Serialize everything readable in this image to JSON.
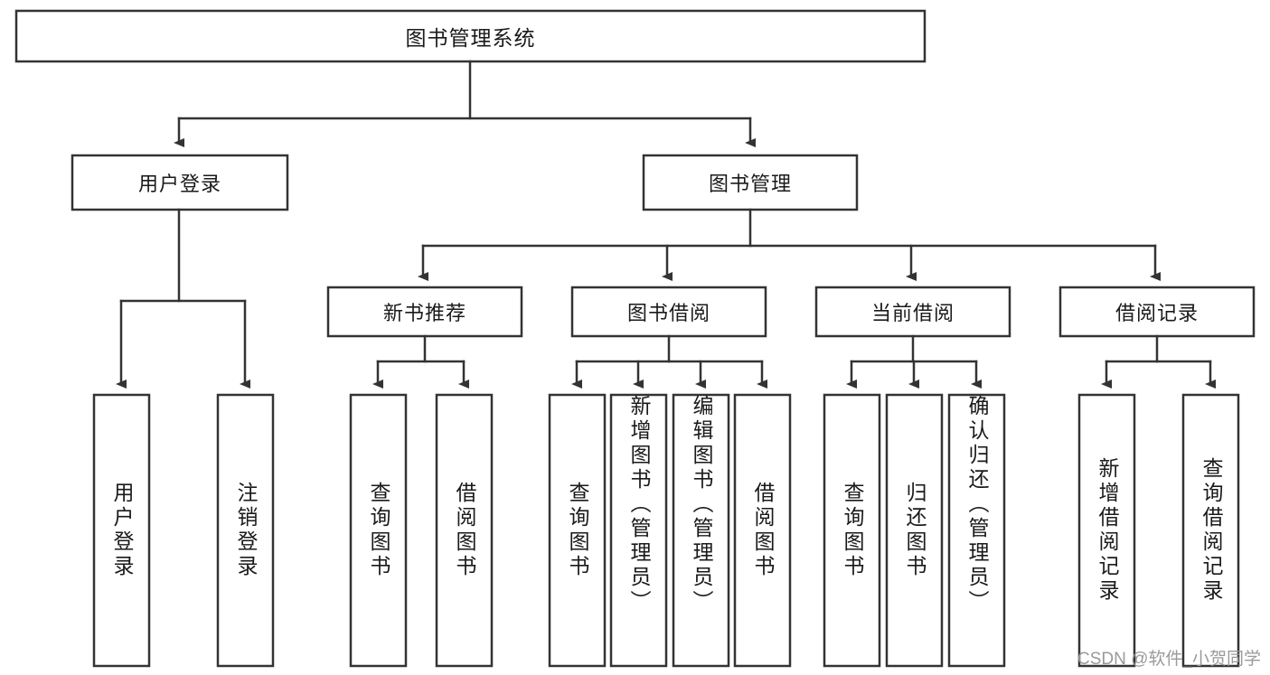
{
  "diagram": {
    "type": "tree-hierarchy",
    "title": "图书管理系统",
    "root": {
      "id": "root",
      "label": "图书管理系统"
    },
    "level2": [
      {
        "id": "user-login",
        "label": "用户登录"
      },
      {
        "id": "book-management",
        "label": "图书管理"
      }
    ],
    "level3": [
      {
        "id": "new-book-recommend",
        "label": "新书推荐",
        "parent": "book-management"
      },
      {
        "id": "book-borrow",
        "label": "图书借阅",
        "parent": "book-management"
      },
      {
        "id": "current-borrow",
        "label": "当前借阅",
        "parent": "book-management"
      },
      {
        "id": "borrow-record",
        "label": "借阅记录",
        "parent": "book-management"
      }
    ],
    "leaves": [
      {
        "id": "leaf-user-login",
        "label": "用户登录",
        "parent": "user-login"
      },
      {
        "id": "leaf-logout",
        "label": "注销登录",
        "parent": "user-login"
      },
      {
        "id": "leaf-query-book-1",
        "label": "查询图书",
        "parent": "new-book-recommend"
      },
      {
        "id": "leaf-borrow-book-1",
        "label": "借阅图书",
        "parent": "new-book-recommend"
      },
      {
        "id": "leaf-query-book-2",
        "label": "查询图书",
        "parent": "book-borrow"
      },
      {
        "id": "leaf-add-book",
        "label": "新增图书（管理员）",
        "parent": "book-borrow"
      },
      {
        "id": "leaf-edit-book",
        "label": "编辑图书（管理员）",
        "parent": "book-borrow"
      },
      {
        "id": "leaf-borrow-book-2",
        "label": "借阅图书",
        "parent": "book-borrow"
      },
      {
        "id": "leaf-query-book-3",
        "label": "查询图书",
        "parent": "current-borrow"
      },
      {
        "id": "leaf-return-book",
        "label": "归还图书",
        "parent": "current-borrow"
      },
      {
        "id": "leaf-confirm-return",
        "label": "确认归还（管理员）",
        "parent": "current-borrow"
      },
      {
        "id": "leaf-add-record",
        "label": "新增借阅记录",
        "parent": "borrow-record"
      },
      {
        "id": "leaf-query-record",
        "label": "查询借阅记录",
        "parent": "borrow-record"
      }
    ],
    "colors": {
      "box_fill": "#ffffff",
      "box_stroke": "#333333",
      "text": "#1a1a1a",
      "watermark": "#9a9a9a",
      "background": "#ffffff"
    }
  },
  "watermark": {
    "text": "CSDN @软件_小贺同学"
  }
}
